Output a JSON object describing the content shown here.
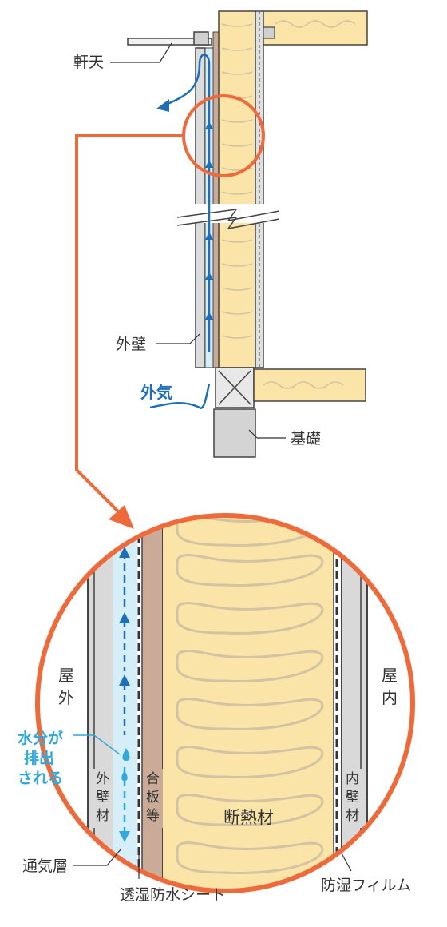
{
  "labels": {
    "nokiten": "軒天",
    "gaiheki": "外壁",
    "gaiki": "外気",
    "kiso": "基礎",
    "okugai_1": "屋",
    "okugai_2": "外",
    "okunai_1": "屋",
    "okunai_2": "内",
    "suibun_1": "水分が",
    "suibun_2": "排出",
    "suibun_3": "される",
    "gaihekizai_1": "外",
    "gaihekizai_2": "壁",
    "gaihekizai_3": "材",
    "gouhan_1": "合",
    "gouhan_2": "板",
    "gouhan_3": "等",
    "naihekizai_1": "内",
    "naihekizai_2": "壁",
    "naihekizai_3": "材",
    "dannetsuzai": "断熱材",
    "tsukisou": "通気層",
    "toushitsu": "透湿防水シート",
    "boushitsu": "防湿フィルム"
  },
  "colors": {
    "orange": "#ee6a3a",
    "insulation": "#fbe4a8",
    "insulation_line": "#d2c3a3",
    "air_layer": "#d6eef8",
    "plywood": "#c9ab98",
    "wall_gray": "#d9d9d9",
    "arrow_blue": "#1f6fb8",
    "arrow_cyan": "#2fa8dc"
  }
}
